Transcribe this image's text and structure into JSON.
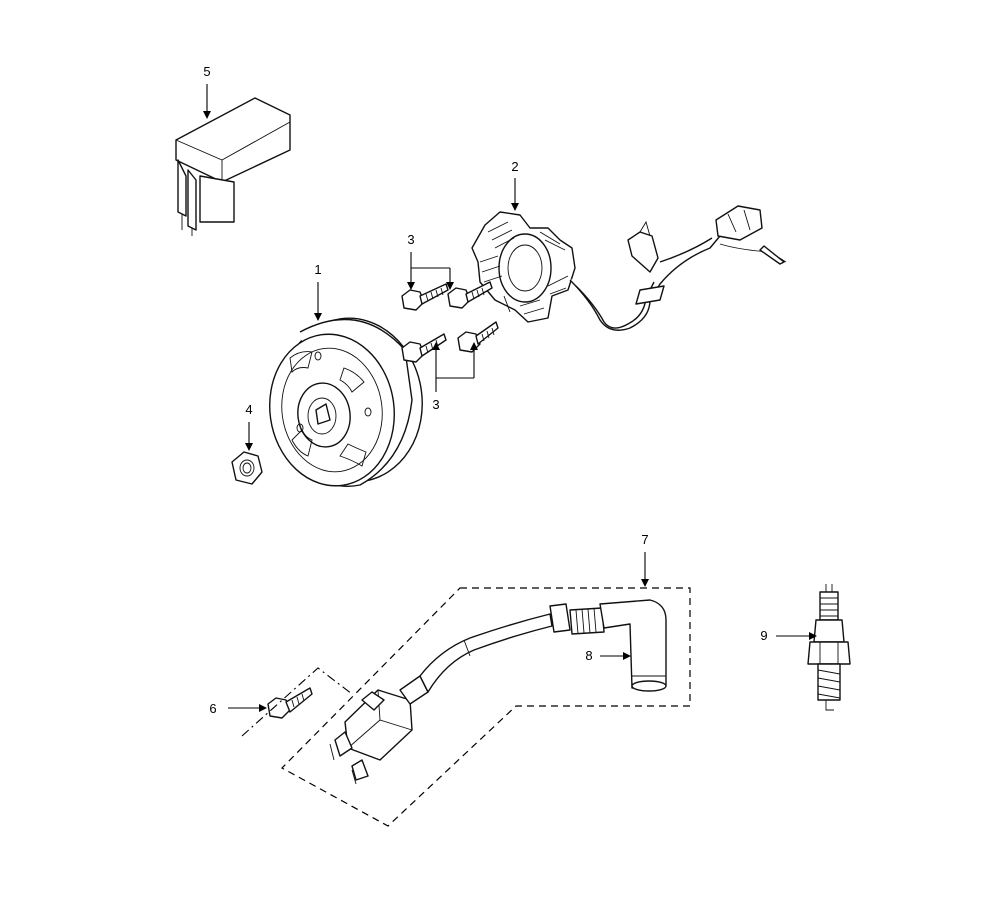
{
  "callouts": [
    {
      "id": "flywheel",
      "number": "1"
    },
    {
      "id": "stator",
      "number": "2"
    },
    {
      "id": "bolts-upper",
      "number": "3"
    },
    {
      "id": "bolts-lower",
      "number": "3"
    },
    {
      "id": "nut",
      "number": "4"
    },
    {
      "id": "cdi-unit",
      "number": "5"
    },
    {
      "id": "coil-bolt",
      "number": "6"
    },
    {
      "id": "ignition-coil-assembly",
      "number": "7"
    },
    {
      "id": "spark-plug-cap",
      "number": "8"
    },
    {
      "id": "spark-plug",
      "number": "9"
    }
  ]
}
